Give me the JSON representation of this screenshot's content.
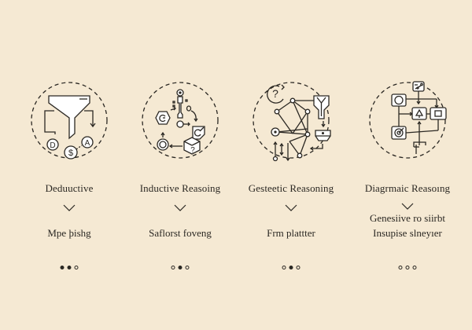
{
  "background_color": "#f5e9d3",
  "ink_color": "#2b2823",
  "columns": [
    {
      "icon": "funnel-icon",
      "icon_letters": [
        "D",
        "$",
        "A"
      ],
      "title": "Deduuctive",
      "extra": "",
      "subtitle": "Mpe þishg",
      "dots": [
        true,
        true,
        false
      ]
    },
    {
      "icon": "cycle-process-icon",
      "icon_letters": [
        "?"
      ],
      "title": "Inductive Reasoing",
      "extra": "",
      "subtitle": "Saflorst foveng",
      "dots": [
        false,
        true,
        false
      ]
    },
    {
      "icon": "network-graph-icon",
      "icon_letters": [
        "?"
      ],
      "title": "Gesteetic Reasoning",
      "extra": "",
      "subtitle": "Frm plattter",
      "dots": [
        false,
        true,
        false
      ]
    },
    {
      "icon": "flowchart-icon",
      "icon_letters": [],
      "title": "Diagrmaic Reasoıng",
      "extra": "Genesiive ro siirbt",
      "subtitle": "Insupise slneyıer",
      "dots": [
        false,
        false,
        false
      ]
    }
  ]
}
